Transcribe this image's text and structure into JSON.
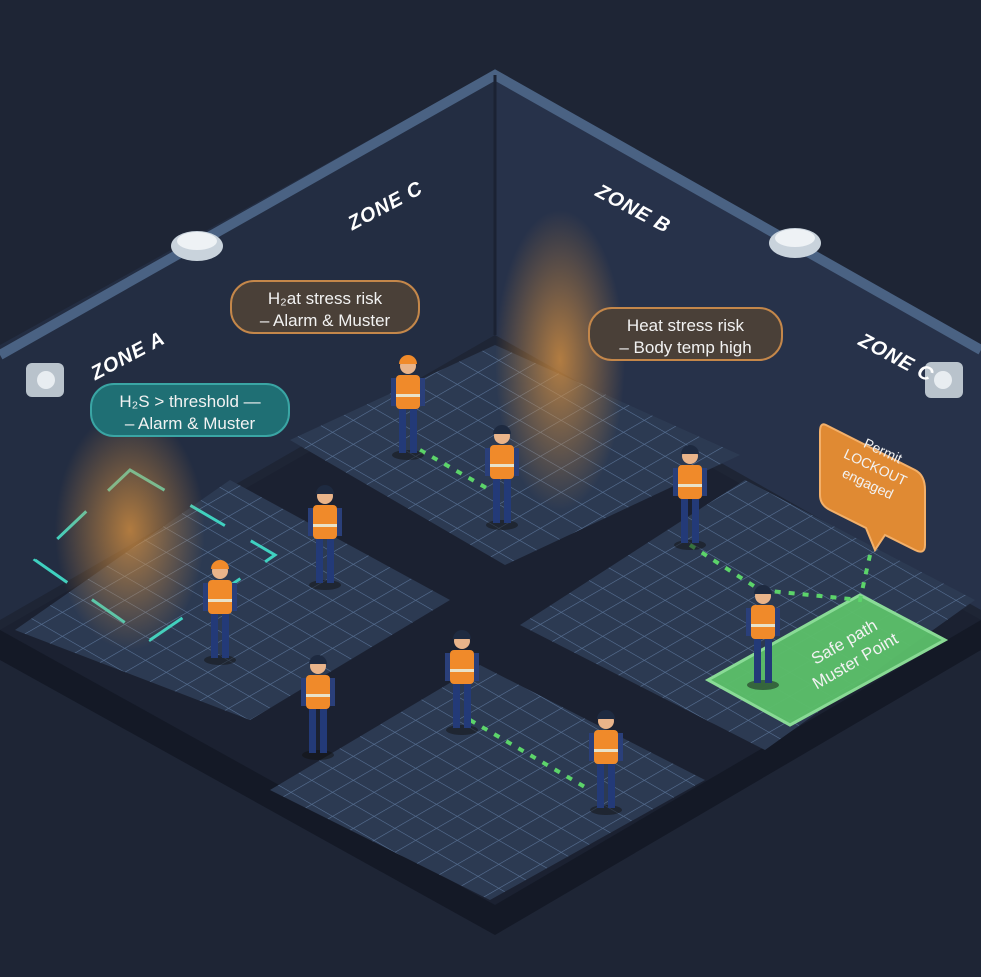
{
  "zones": {
    "zone_a": "ZONE A",
    "zone_c_left": "ZONE C",
    "zone_b": "ZONE B",
    "zone_c_right": "ZONE C"
  },
  "callouts": {
    "h2s": {
      "line1": "H₂S > threshold —",
      "line2": "– Alarm & Muster"
    },
    "heat_left": {
      "line1": "H₂at stress risk",
      "line2": "– Alarm & Muster"
    },
    "heat_right": {
      "line1": "Heat stress risk",
      "line2": "– Body temp high"
    },
    "permit": {
      "line1": "Permit",
      "line2": "LOCKOUT",
      "line3": "engaged"
    },
    "muster": {
      "line1": "Safe path",
      "line2": "Muster Point"
    }
  },
  "colors": {
    "background": "#1e2535",
    "wall": "#243047",
    "floor_tile": "#2c3a52",
    "grid": "#6f8fb8",
    "gas_callout": "#1f6f74",
    "heat_callout": "#4a4038",
    "permit": "#e08a33",
    "muster": "#5cc06a",
    "plume": "#d08a3a",
    "vest": "#f08a2a"
  }
}
